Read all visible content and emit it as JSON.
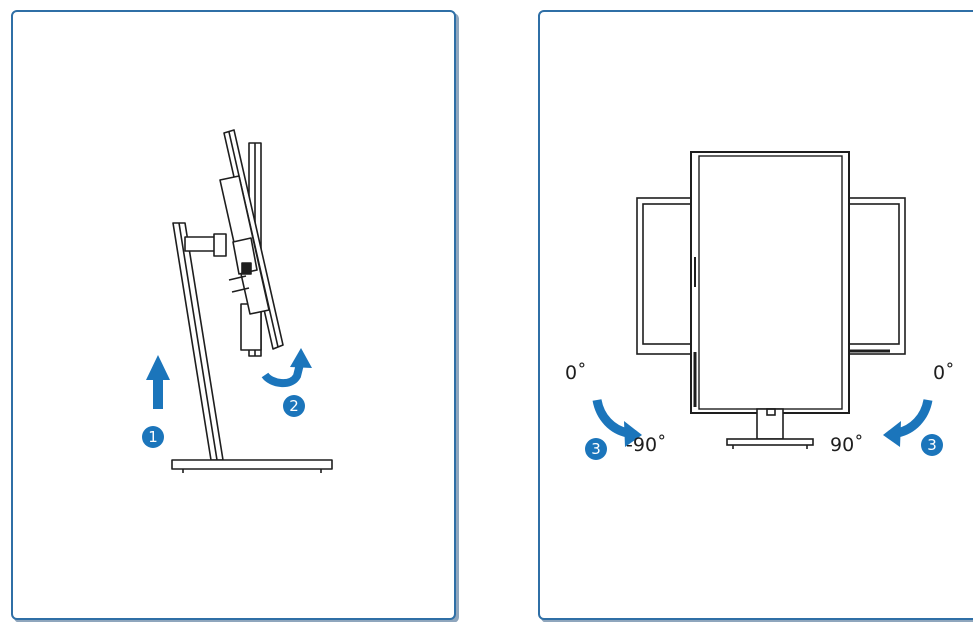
{
  "colors": {
    "accent": "#1b75bb",
    "border": "#2f6fa6",
    "line": "#1e1e1e"
  },
  "left_panel": {
    "steps": [
      {
        "number": "1",
        "icon": "up-arrow-icon"
      },
      {
        "number": "2",
        "icon": "curved-up-arrow-icon"
      }
    ]
  },
  "right_panel": {
    "left_start_angle": "0˚",
    "left_end_angle": "-90˚",
    "right_start_angle": "0˚",
    "right_end_angle": "90˚",
    "step_left": "3",
    "step_right": "3"
  }
}
